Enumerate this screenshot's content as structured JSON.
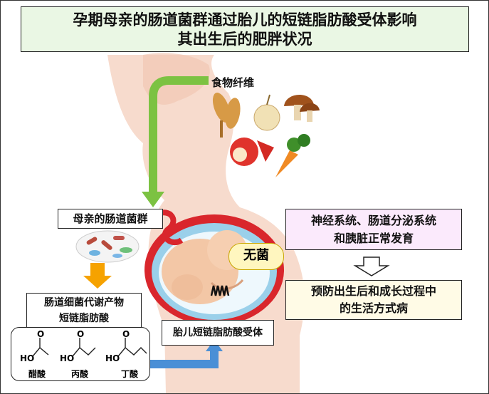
{
  "title_lines": [
    "孕期母亲的肠道菌群通过胎儿的短链脂肪酸受体影响",
    "其出生后的肥胖状况"
  ],
  "labels": {
    "food_fiber": "食物纤维",
    "mother_microbiota": "母亲的肠道菌群",
    "metabolite_lines": [
      "肠道细菌代谢产物",
      "短链脂肪酸"
    ],
    "sterile": "无菌",
    "fetal_receptor": "胎儿短链脂肪酸受体",
    "development_lines": [
      "神经系统、肠道分泌系统",
      "和胰脏正常发育"
    ],
    "prevention_lines": [
      "预防出生后和成长过程中",
      "的生活方式病"
    ]
  },
  "molecules": [
    {
      "name": "醋酸",
      "atom": "O",
      "group": "HO"
    },
    {
      "name": "丙酸",
      "atom": "O",
      "group": "HO"
    },
    {
      "name": "丁酸",
      "atom": "O",
      "group": "HO"
    }
  ],
  "icons": [
    "wheat-icon",
    "onion-icon",
    "mushroom-icon",
    "apple-icon",
    "carrot-icon",
    "bacteria-icon",
    "fetus-icon",
    "receptor-coil-icon"
  ],
  "colors": {
    "title_bg": "#eaf7e4",
    "green_arrow": "#7cc242",
    "orange_arrow": "#f6a200",
    "blue_arrow": "#4a8fd6",
    "body_skin": "#f6d5c4",
    "uterus_red": "#d9262c",
    "development_bg": "#fbeafc",
    "prevention_bg": "#fffbe6"
  }
}
